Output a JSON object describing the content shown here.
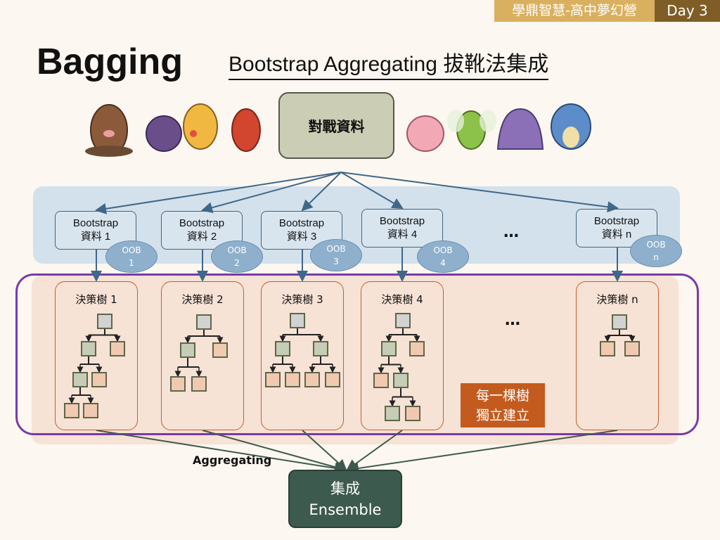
{
  "header": {
    "course": "學鼎智慧-高中夢幻營",
    "day": "Day 3"
  },
  "title": "Bagging",
  "subtitle": "Bootstrap Aggregating 拔靴法集成",
  "source_data": "對戰資料",
  "bootstraps": [
    {
      "label": "Bootstrap",
      "sub": "資料  1",
      "oob": "OOB",
      "oob_n": "1"
    },
    {
      "label": "Bootstrap",
      "sub": "資料  2",
      "oob": "OOB",
      "oob_n": "2"
    },
    {
      "label": "Bootstrap",
      "sub": "資料  3",
      "oob": "OOB",
      "oob_n": "3"
    },
    {
      "label": "Bootstrap",
      "sub": "資料  4",
      "oob": "OOB",
      "oob_n": "4"
    },
    {
      "label": "Bootstrap",
      "sub": "資料  n",
      "oob": "OOB",
      "oob_n": "n"
    }
  ],
  "ellipsis": "…",
  "trees": [
    "決策樹 1",
    "決策樹 2",
    "決策樹 3",
    "決策樹 4",
    "決策樹 n"
  ],
  "independent_note": {
    "line1": "每一棵樹",
    "line2": "獨立建立"
  },
  "aggregating_label": "Aggregating",
  "ensemble": {
    "line1": "集成",
    "line2": "Ensemble"
  },
  "colors": {
    "root": "#d2d2d2",
    "split": "#c6cdb6",
    "leaf": "#f1c9b1",
    "accent": "#7a3aa8"
  }
}
